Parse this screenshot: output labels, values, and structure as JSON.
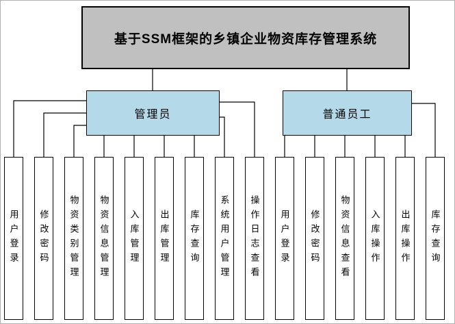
{
  "title": "基于SSM框架的乡镇企业物资库存管理系统",
  "branches": [
    {
      "label": "管理员",
      "children": [
        "用户登录",
        "修改密码",
        "物资类别管理",
        "物资信息管理",
        "入库管理",
        "出库管理",
        "库存查询",
        "系统用户管理",
        "操作日志查看"
      ]
    },
    {
      "label": "普通员工",
      "children": [
        "用户登录",
        "修改密码",
        "物资信息查看",
        "入库操作",
        "出库操作",
        "库存查询"
      ]
    }
  ],
  "colors": {
    "title_bg": "#c0c0c0",
    "branch_bg": "#b4d9e8",
    "leaf_bg": "#ffffff",
    "line_color": "#000000",
    "border_color": "#000000",
    "text_color": "#000000"
  }
}
